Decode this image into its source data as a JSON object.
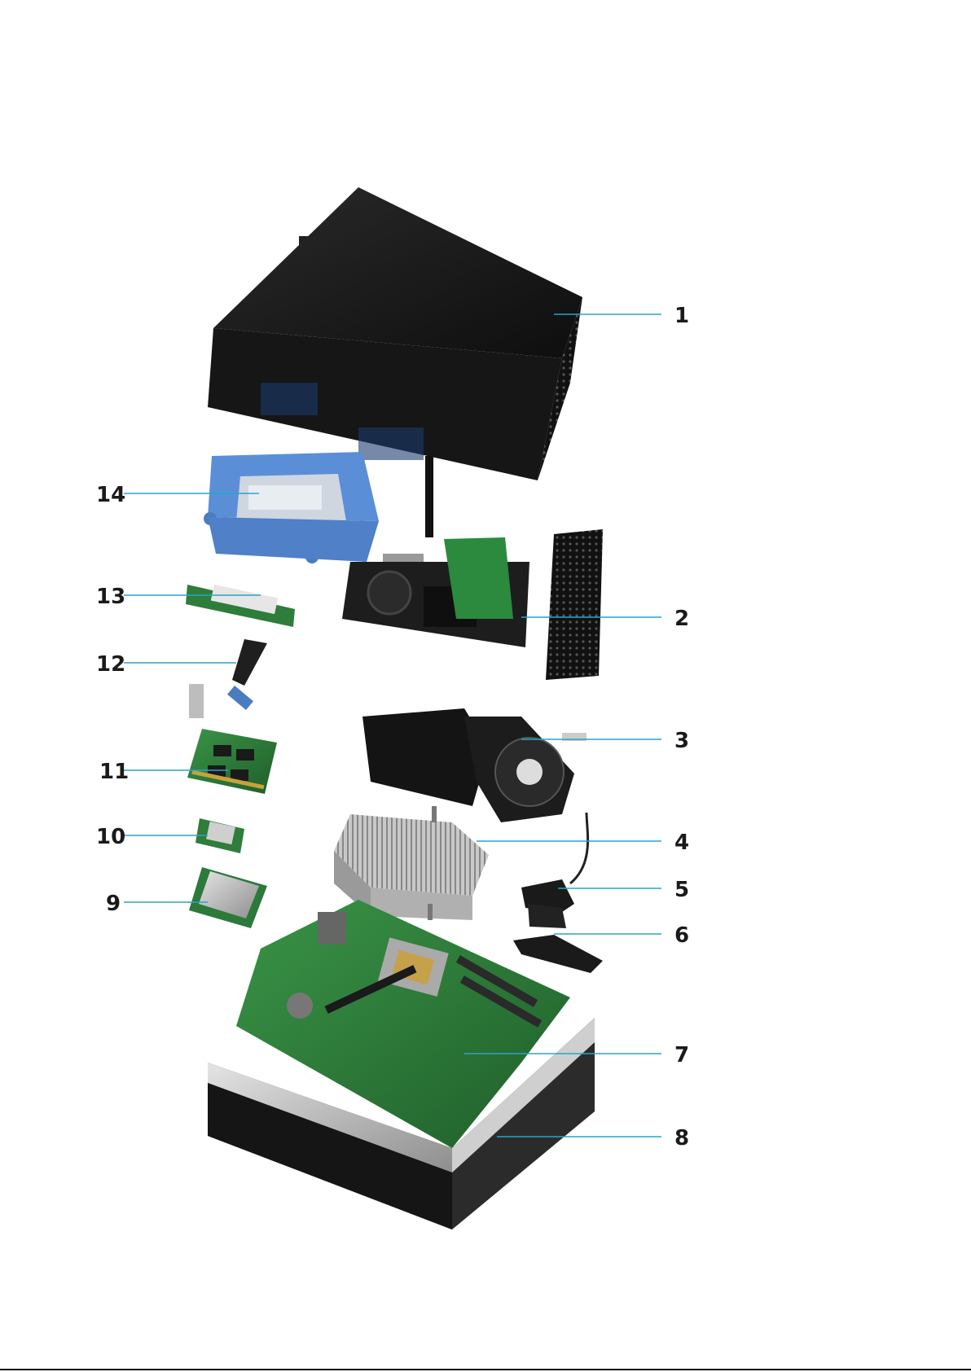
{
  "callouts": [
    {
      "number": "1"
    },
    {
      "number": "2"
    },
    {
      "number": "3"
    },
    {
      "number": "4"
    },
    {
      "number": "5"
    },
    {
      "number": "6"
    },
    {
      "number": "7"
    },
    {
      "number": "8"
    },
    {
      "number": "9"
    },
    {
      "number": "10"
    },
    {
      "number": "11"
    },
    {
      "number": "12"
    },
    {
      "number": "13"
    },
    {
      "number": "14"
    }
  ],
  "colors": {
    "leader_line": "#2aa3c9",
    "chassis_cover": "#1c1c1c",
    "drive_caddy": "#5a8fd8",
    "pcb_green": "#2e7d3a",
    "heatsink_silver": "#b9b9b9"
  }
}
